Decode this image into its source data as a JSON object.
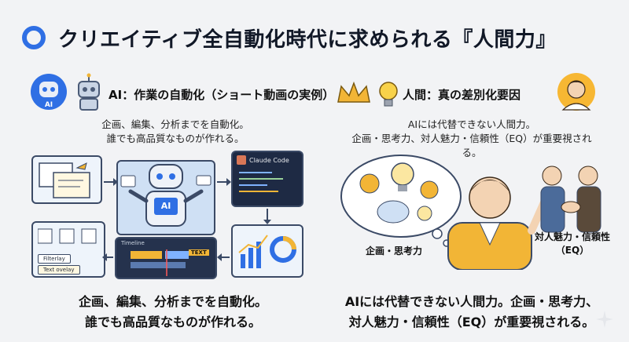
{
  "title": "クリエイティブ全自動化時代に求められる『人間力』",
  "left": {
    "heading": "AI：作業の自動化（ショート動画の実例）",
    "desc_line1": "企画、編集、分析までを自動化。",
    "desc_line2": "誰でも高品質なものが作れる。",
    "ai_badge": "AI",
    "robot_screen_label": "AI",
    "claude_code_label": "Claude Code",
    "filterlay_label": "Filterlay",
    "text_overlay_label": "Text ovelay",
    "timeline_label": "Timeline",
    "text_chip": "TEXT",
    "summary_line1": "企画、編集、分析までを自動化。",
    "summary_line2": "誰でも高品質なものが作れる。"
  },
  "right": {
    "heading": "人間：真の差別化要因",
    "desc_line1": "AIには代替できない人間力。",
    "desc_line2": "企画・思考力、対人魅力・信頼性（EQ）が重要視される。",
    "thought_label": "企画・思考力",
    "trust_label_line1": "対人魅力・信頼性",
    "trust_label_line2": "（EQ）",
    "summary_line1": "AIには代替できない人間力。企画・思考力、",
    "summary_line2": "対人魅力・信頼性（EQ）が重要視される。"
  },
  "colors": {
    "accent": "#2f6fe4",
    "robot_blue": "#6f9fd8",
    "jacket": "#f2b536",
    "card_border": "#3b4a66"
  }
}
